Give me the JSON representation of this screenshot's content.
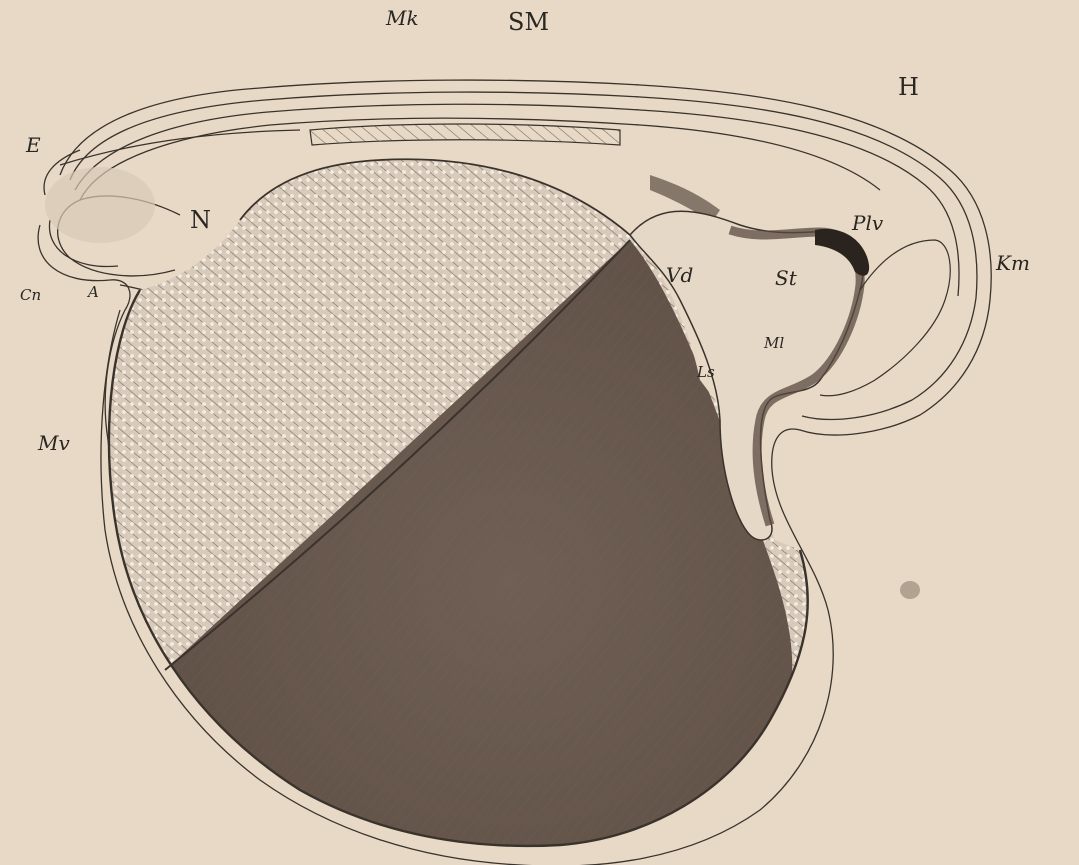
{
  "figure": {
    "labels": {
      "mk": "Mk",
      "sm": "SM",
      "h": "H",
      "e": "E",
      "n": "N",
      "plv": "Plv",
      "km": "Km",
      "vd": "Vd",
      "st": "St",
      "ml": "Ml",
      "ls": "Ls",
      "cn": "Cn",
      "a": "A",
      "mv": "Mv"
    },
    "colors": {
      "paper": "#e7d9c6",
      "ink": "#3a332c",
      "yolk_dark": "#6d5e52",
      "hatch": "#8a7a6a",
      "stipple": "#f1e8dc"
    }
  }
}
